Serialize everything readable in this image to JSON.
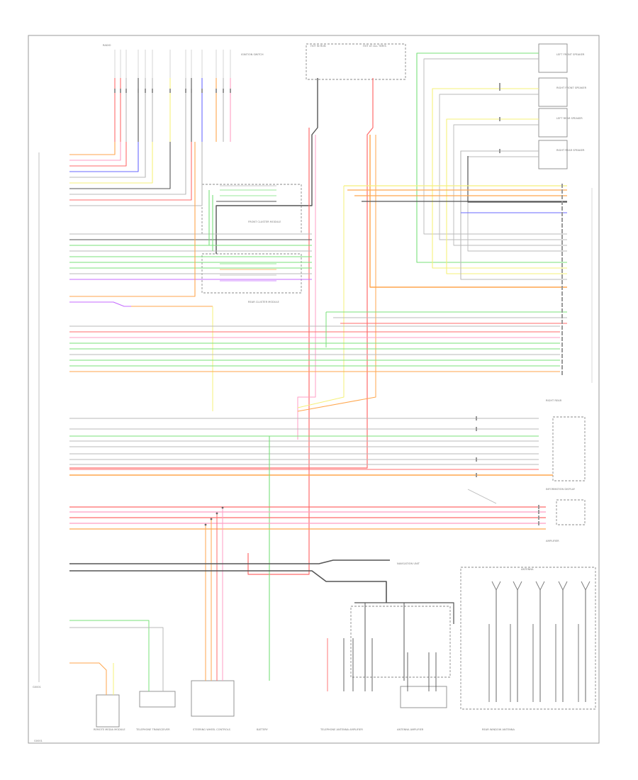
{
  "colors": {
    "red": "#ff6b6b",
    "pink": "#ff9ec4",
    "orange": "#ffa64d",
    "yellow": "#f5f07a",
    "green": "#78e07a",
    "blue": "#6a6aff",
    "violet": "#c46aff",
    "grey": "#b8b8b8",
    "dark": "#555555",
    "frame": "#9a9a9a"
  },
  "diagram": {
    "corner_text": "G0001",
    "bottom_left_text": "G0001",
    "labels": {
      "ignition": "IGNITION SWITCH",
      "hot_fuse_left": "HOT IN RUN",
      "hot_fuse_right": "HOT AT ALL TIMES",
      "speaker_lf": "LEFT FRONT SPEAKER",
      "speaker_rf": "RIGHT FRONT SPEAKER",
      "speaker_lr": "LEFT REAR SPEAKER",
      "speaker_rr": "RIGHT REAR SPEAKER",
      "front_cluster": "FRONT CLUSTER MODULE",
      "rear_cluster": "REAR CLUSTER MODULE",
      "info_display": "INFORMATION DISPLAY",
      "right_rear": "RIGHT REAR",
      "amplifier_conn": "AMPLIFIER",
      "navigation_unit": "NAVIGATION UNIT",
      "bottom_1": "REMOTE MEDIA MODULE",
      "bottom_2": "TELEPHONE TRANSCEIVER",
      "bottom_3": "STEERING WHEEL CONTROLS",
      "bottom_4": "BATTERY",
      "bottom_5": "TELEPHONE ANTENNA AMPLIFIER",
      "bottom_6": "ANTENNA AMPLIFIER",
      "bottom_7": "REAR WINDOW ANTENNA",
      "antenna_label": "ANTENNA",
      "top_cap": "RADIO"
    }
  }
}
